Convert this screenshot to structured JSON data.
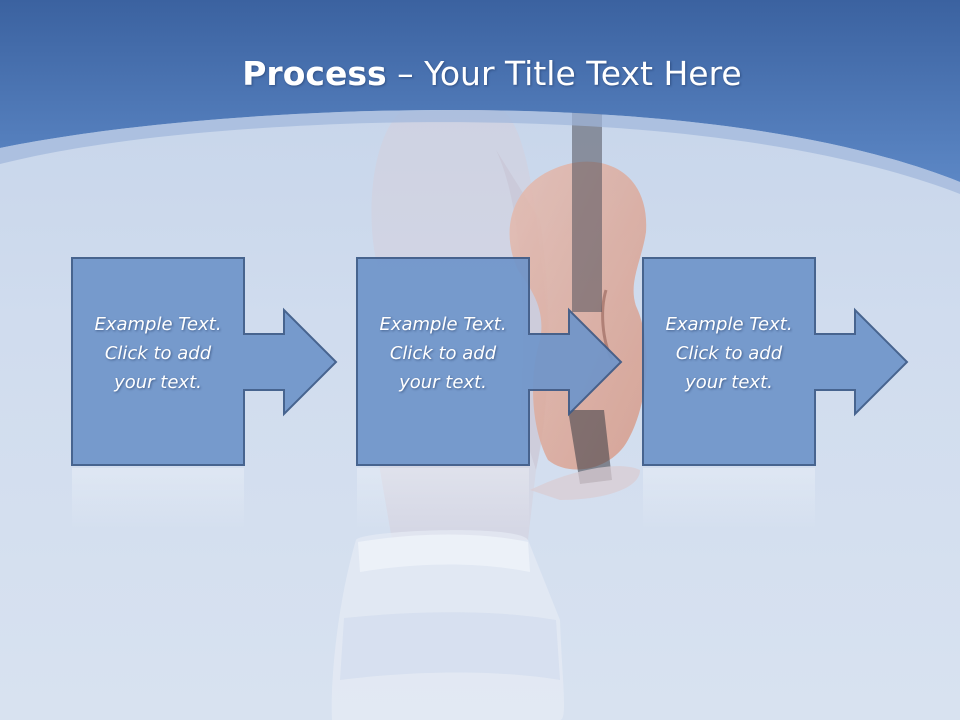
{
  "slide": {
    "title_bold": "Process",
    "title_rest": " – Your Title Text Here"
  },
  "steps": [
    {
      "line1": "Example Text.",
      "line2": "Click  to add",
      "line3": "your text."
    },
    {
      "line1": "Example Text.",
      "line2": "Click  to add",
      "line3": "your text."
    },
    {
      "line1": "Example Text.",
      "line2": "Click  to add",
      "line3": "your text."
    }
  ],
  "colors": {
    "header_dark": "#3f68a6",
    "header_light": "#5b86c4",
    "step_fill": "#6f95ca",
    "step_stroke": "#3c5a87",
    "background": "#cfdbed"
  },
  "background_image": "woman holding violin (faded photo)"
}
